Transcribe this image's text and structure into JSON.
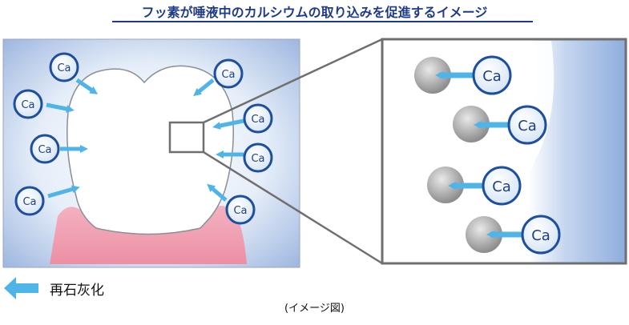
{
  "title": "フッ素が唾液中のカルシウムの取り込みを促進するイメージ",
  "ion_label": "Ca",
  "legend_label": "再石灰化",
  "caption": "(イメージ図)",
  "colors": {
    "title": "#1f3a8a",
    "panel_bg": "#9fb8e0",
    "tooth": "#ffffff",
    "gum": "#f0a7b6",
    "ion_ring": "#1d4f9e",
    "arrow": "#4fb4e8",
    "frame": "#6f6f6f"
  }
}
